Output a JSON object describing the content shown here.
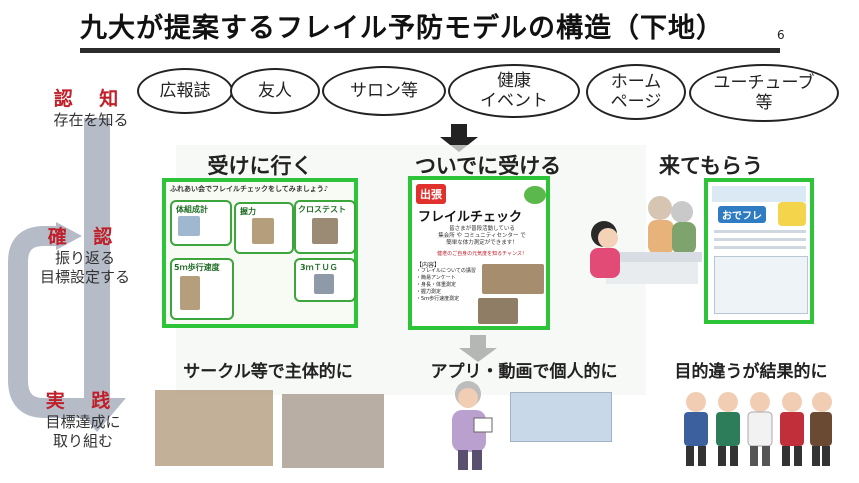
{
  "title": "九大が提案するフレイル予防モデルの構造（下地）",
  "page_number": "6",
  "stages": [
    {
      "head": "認 知",
      "sub": "存在を知る"
    },
    {
      "head": "確 認",
      "sub": "振り返る\n目標設定する"
    },
    {
      "head": "実 践",
      "sub": "目標達成に\n取り組む"
    }
  ],
  "channels": [
    "広報誌",
    "友人",
    "サロン等",
    "健康\nイベント",
    "ホーム\nページ",
    "ユーチューブ\n等"
  ],
  "methods": [
    "受けに行く",
    "ついでに受ける",
    "来てもらう"
  ],
  "practices": [
    "サークル等で主体的に",
    "アプリ・動画で個人的に",
    "目的違うが結果的に"
  ],
  "flyer_center": {
    "badge": "出張",
    "title": "フレイルチェック",
    "text": "皆さまが普段活動している\n集会所 や コミュニティセンター で\n簡単な体力測定ができます！",
    "note": "健老のご自身の元気度を知るチャンス！",
    "list_head": "【内容】",
    "list": [
      "・フレイルについての講習",
      "・簡易アンケート",
      "・身長・体重測定",
      "・握力測定",
      "・5ｍ歩行速度測定"
    ]
  },
  "flyer_left": {
    "heading": "ふれあい会でフレイルチェックをしてみましょう♪",
    "labels": [
      "体組成計",
      "握力",
      "クロステスト",
      "5ｍ歩行速度",
      "3ｍＴＵＧ"
    ]
  },
  "flyer_right": {
    "logo": "おでフレ"
  },
  "colors": {
    "stage_red": "#c0202a",
    "flyer_green": "#2ec43a",
    "arrow_grey": "#b5bcc8"
  }
}
